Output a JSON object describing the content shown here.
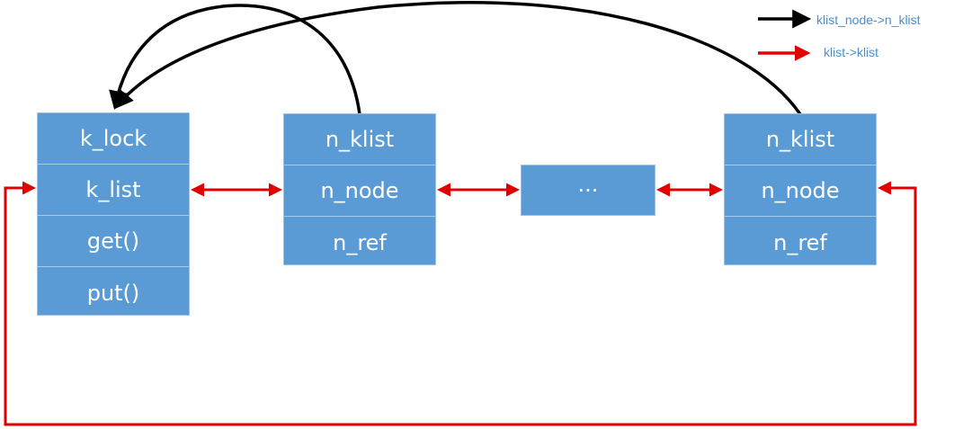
{
  "colors": {
    "box_fill": "#5b9bd5",
    "box_text": "#ffffff",
    "black_arrow": "#000000",
    "red_arrow": "#e00000",
    "legend_text": "#4a8ed0"
  },
  "klist": {
    "fields": [
      "k_lock",
      "k_list",
      "get()",
      "put()"
    ]
  },
  "node_first": {
    "fields": [
      "n_klist",
      "n_node",
      "n_ref"
    ]
  },
  "ellipsis": {
    "label": "···"
  },
  "node_last": {
    "fields": [
      "n_klist",
      "n_node",
      "n_ref"
    ]
  },
  "legend": {
    "black_label": "klist_node->n_klist",
    "red_label": "klist->klist"
  }
}
